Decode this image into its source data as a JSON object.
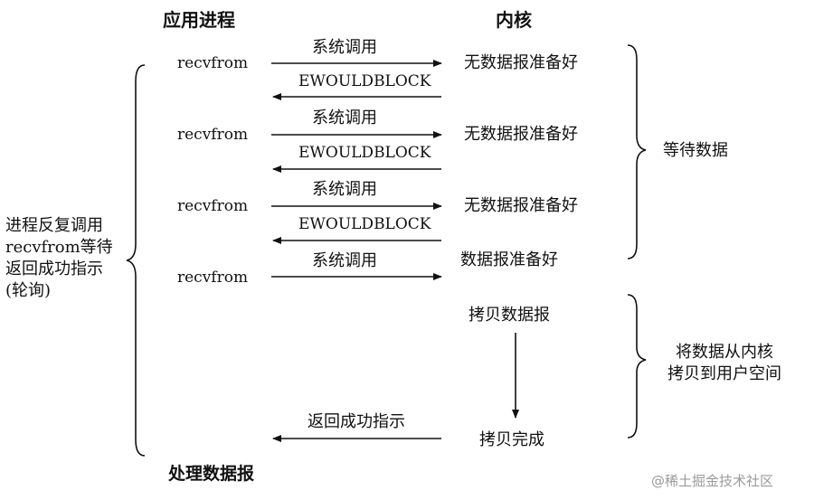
{
  "headers": {
    "app_process": "应用进程",
    "kernel": "内核"
  },
  "rounds": [
    {
      "call": "recvfrom",
      "syscall": "系统调用",
      "kernel_state": "无数据报准备好",
      "reply": "EWOULDBLOCK"
    },
    {
      "call": "recvfrom",
      "syscall": "系统调用",
      "kernel_state": "无数据报准备好",
      "reply": "EWOULDBLOCK"
    },
    {
      "call": "recvfrom",
      "syscall": "系统调用",
      "kernel_state": "无数据报准备好",
      "reply": "EWOULDBLOCK"
    },
    {
      "call": "recvfrom",
      "syscall": "系统调用",
      "kernel_state": "数据报准备好"
    }
  ],
  "copy": {
    "start": "拷贝数据报",
    "done": "拷贝完成",
    "return_label": "返回成功指示"
  },
  "final_step": "处理数据报",
  "phases": {
    "wait": "等待数据",
    "copy": "将数据从内核\n拷贝到用户空间"
  },
  "left_note": "进程反复调用\nrecvfrom等待\n返回成功指示\n(轮询)",
  "watermark": "@稀土掘金技术社区",
  "colors": {
    "ink": "#111111",
    "watermark": "#9a9a9a"
  }
}
